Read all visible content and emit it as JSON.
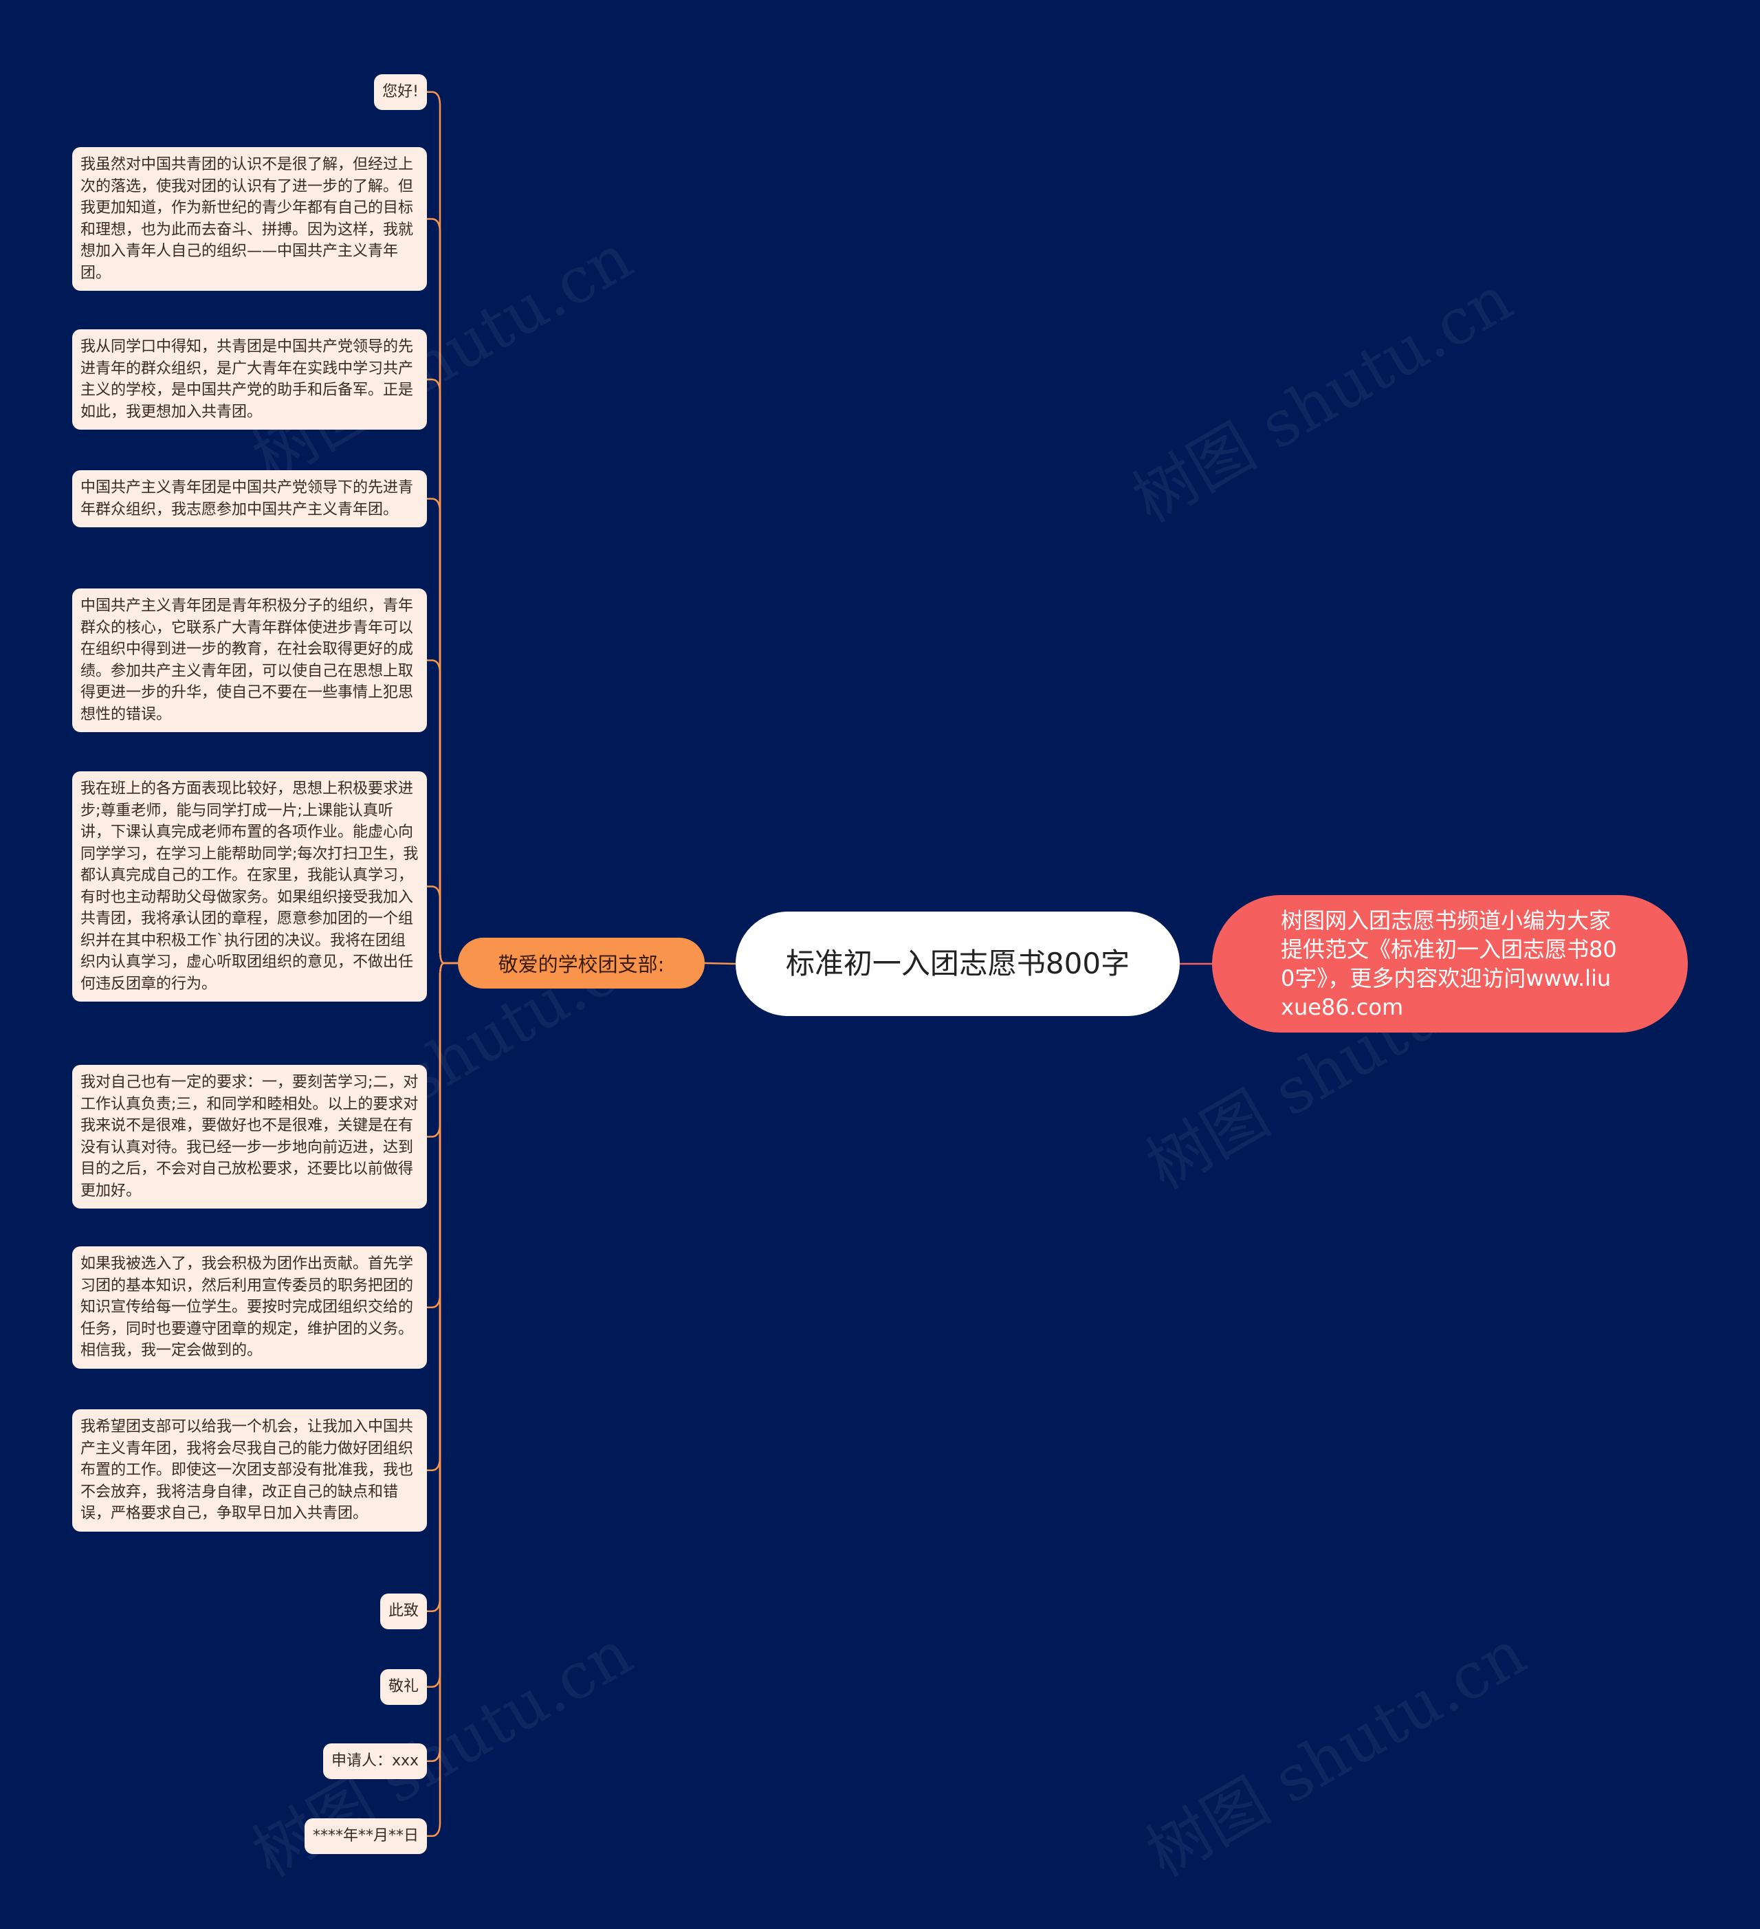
{
  "root": {
    "label": "标准初一入团志愿书800字"
  },
  "hub": {
    "label": "敬爱的学校团支部:"
  },
  "note": {
    "label": "树图网入团志愿书频道小编为大家提供范文《标准初一入团志愿书800字》，更多内容欢迎访问www.liuxue86.com"
  },
  "leaves": [
    "您好!",
    "我虽然对中国共青团的认识不是很了解，但经过上次的落选，使我对团的认识有了进一步的了解。但我更加知道，作为新世纪的青少年都有自己的目标和理想，也为此而去奋斗、拼搏。因为这样，我就想加入青年人自己的组织——中国共产主义青年团。",
    "我从同学口中得知，共青团是中国共产党领导的先进青年的群众组织，是广大青年在实践中学习共产主义的学校，是中国共产党的助手和后备军。正是如此，我更想加入共青团。",
    "中国共产主义青年团是中国共产党领导下的先进青年群众组织，我志愿参加中国共产主义青年团。",
    "中国共产主义青年团是青年积极分子的组织，青年群众的核心，它联系广大青年群体使进步青年可以在组织中得到进一步的教育，在社会取得更好的成绩。参加共产主义青年团，可以使自己在思想上取得更进一步的升华，使自己不要在一些事情上犯思想性的错误。",
    "我在班上的各方面表现比较好，思想上积极要求进步;尊重老师，能与同学打成一片;上课能认真听讲，下课认真完成老师布置的各项作业。能虚心向同学学习，在学习上能帮助同学;每次打扫卫生，我都认真完成自己的工作。在家里，我能认真学习，有时也主动帮助父母做家务。如果组织接受我加入共青团，我将承认团的章程，愿意参加团的一个组织并在其中积极工作`执行团的决议。我将在团组织内认真学习，虚心听取团组织的意见，不做出任何违反团章的行为。",
    "我对自己也有一定的要求：一，要刻苦学习;二，对工作认真负责;三，和同学和睦相处。以上的要求对我来说不是很难，要做好也不是很难，关键是在有没有认真对待。我已经一步一步地向前迈进，达到目的之后，不会对自己放松要求，还要比以前做得更加好。",
    "如果我被选入了，我会积极为团作出贡献。首先学习团的基本知识，然后利用宣传委员的职务把团的知识宣传给每一位学生。要按时完成团组织交给的任务，同时也要遵守团章的规定，维护团的义务。相信我，我一定会做到的。",
    "我希望团支部可以给我一个机会，让我加入中国共产主义青年团，我将会尽我自己的能力做好团组织布置的工作。即使这一次团支部没有批准我，我也不会放弃，我将洁身自律，改正自己的缺点和错误，严格要求自己，争取早日加入共青团。",
    "此致",
    "敬礼",
    "申请人：xxx",
    "****年**月**日"
  ],
  "watermark": "树图 shutu.cn",
  "colors": {
    "background": "#001a57",
    "leaf_fill": "#fdeee5",
    "hub_fill": "#f9944c",
    "note_fill": "#f55f5d",
    "connector_left": "#f9944c",
    "connector_right": "#f55f5d"
  }
}
